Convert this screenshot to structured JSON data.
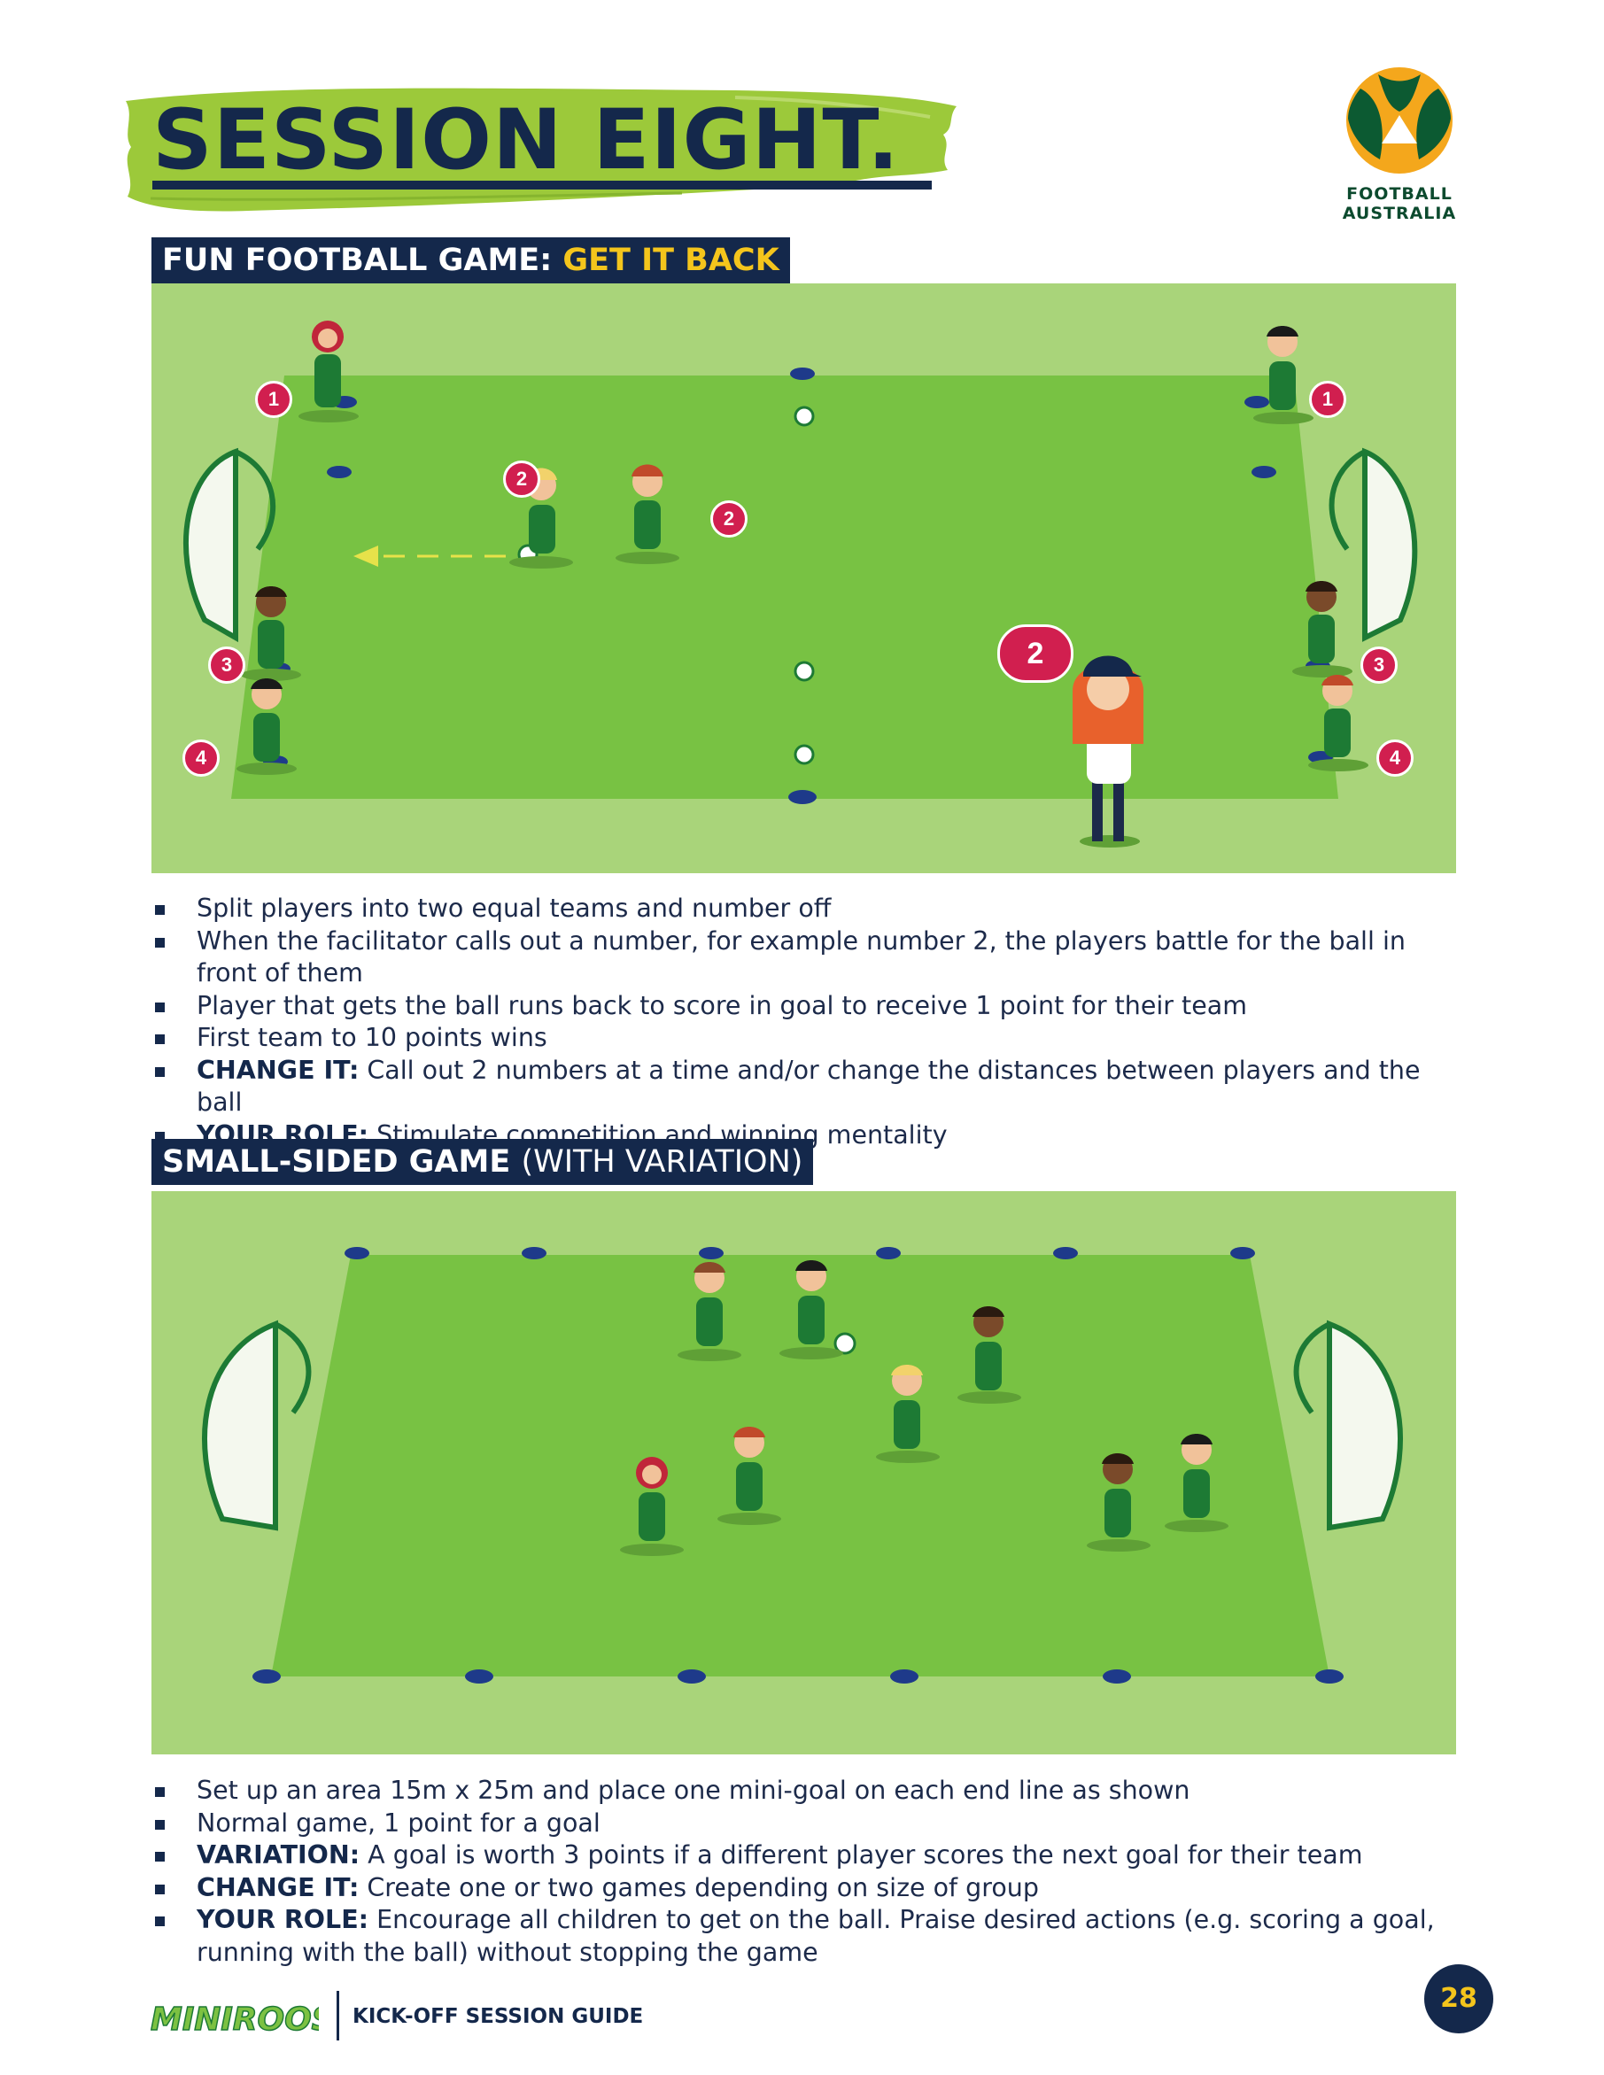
{
  "header": {
    "title": "SESSION EIGHT.",
    "logo_line1": "FOOTBALL",
    "logo_line2": "AUSTRALIA"
  },
  "section1": {
    "heading_main": "FUN FOOTBALL GAME: ",
    "heading_highlight": "GET IT BACK",
    "diagram": {
      "player_numbers_left": [
        "1",
        "2",
        "3",
        "4"
      ],
      "player_numbers_right": [
        "1",
        "2",
        "3",
        "4"
      ],
      "call_out_number": "2"
    },
    "bullets": [
      {
        "label": "",
        "text": "Split players into two equal teams and number off"
      },
      {
        "label": "",
        "text": "When the facilitator calls out a number, for example number 2, the players battle for the ball in front of them"
      },
      {
        "label": "",
        "text": "Player that gets the ball runs back to score in goal to receive 1 point for their team"
      },
      {
        "label": "",
        "text": "First team to 10 points wins"
      },
      {
        "label": "CHANGE IT:",
        "text": " Call out 2 numbers at a time and/or change the distances between players and the ball"
      },
      {
        "label": "YOUR ROLE:",
        "text": " Stimulate competition and winning mentality"
      }
    ]
  },
  "section2": {
    "heading_main": "SMALL-SIDED GAME ",
    "heading_light": "(WITH VARIATION)",
    "bullets": [
      {
        "label": "",
        "text": "Set up an area 15m x 25m and place one mini-goal on each end line as shown"
      },
      {
        "label": "",
        "text": "Normal game, 1 point for a goal"
      },
      {
        "label": "VARIATION:",
        "text": " A goal is worth 3 points if a different player scores the next goal for their team"
      },
      {
        "label": "CHANGE IT:",
        "text": " Create one or two games depending on size of group"
      },
      {
        "label": "YOUR ROLE:",
        "text": " Encourage all children to get on the ball. Praise desired actions (e.g. scoring a goal, running with the ball) without stopping the game"
      }
    ]
  },
  "footer": {
    "brand": "MINIROOS",
    "guide_title": "KICK-OFF SESSION GUIDE",
    "page_number": "28"
  },
  "colors": {
    "navy": "#14284b",
    "yellow": "#f4c51c",
    "lime": "#9cc93a",
    "pitch_outer": "#a9d47a",
    "pitch_inner": "#78c243",
    "badge_red": "#d11f4f",
    "kit_green": "#1d7a34"
  }
}
